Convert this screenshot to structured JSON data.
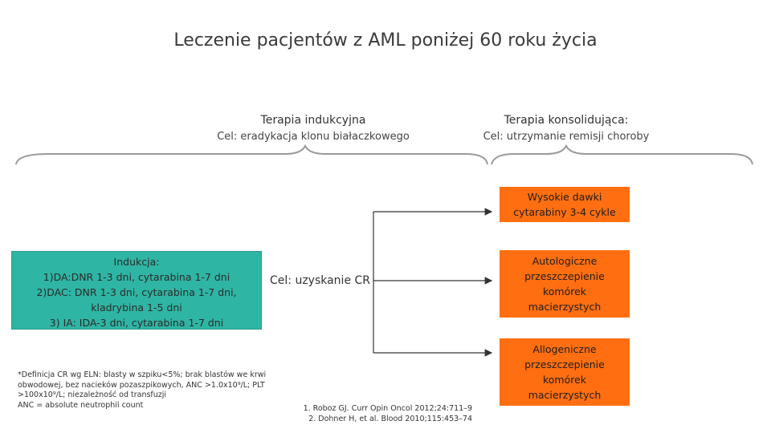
{
  "title": "Leczenie pacjentów z AML poniżej 60 roku życia",
  "induction_phase": {
    "heading": "Terapia indukcyjna",
    "goal": "Cel: eradykacja klonu białaczkowego"
  },
  "consolidation_phase": {
    "heading": "Terapia konsolidująca:",
    "goal": "Cel: utrzymanie remisji choroby"
  },
  "induction_box": {
    "lines": [
      "Indukcja:",
      "1)DA:DNR 1-3 dni, cytarabina 1-7 dni",
      "2)DAC: DNR 1-3 dni, cytarabina 1-7 dni,",
      "kladrybina 1-5 dni",
      "3) IA: IDA-3 dni, cytarabina 1-7 dni"
    ]
  },
  "goal_cr": "Cel: uzyskanie CR",
  "options": [
    {
      "lines": [
        "Wysokie dawki",
        "cytarabiny 3-4 cykle"
      ]
    },
    {
      "lines": [
        "Autologiczne",
        "przeszczepienie",
        "komórek",
        "macierzystych"
      ]
    },
    {
      "lines": [
        "Allogeniczne",
        "przeszczepienie",
        "komórek",
        "macierzystych"
      ]
    }
  ],
  "footnote": [
    "*Definicja CR wg ELN: blasty w szpiku<5%; brak blastów we krwi",
    "obwodowej, bez nacieków pozaszpikowych, ANC >1.0x10⁹/L; PLT",
    ">100x10⁹/L; niezależność od transfuzji",
    "ANC = absolute neutrophil count"
  ],
  "references": [
    "1. Roboz GJ. Curr Opin Oncol 2012;24:711–9",
    "2. Dohner H, et al. Blood 2010;115:453–74"
  ],
  "colors": {
    "induction_box": "#2fb5a4",
    "option_box": "#ff6e10",
    "lines": "#333333",
    "brace": "#9a9a9a"
  }
}
